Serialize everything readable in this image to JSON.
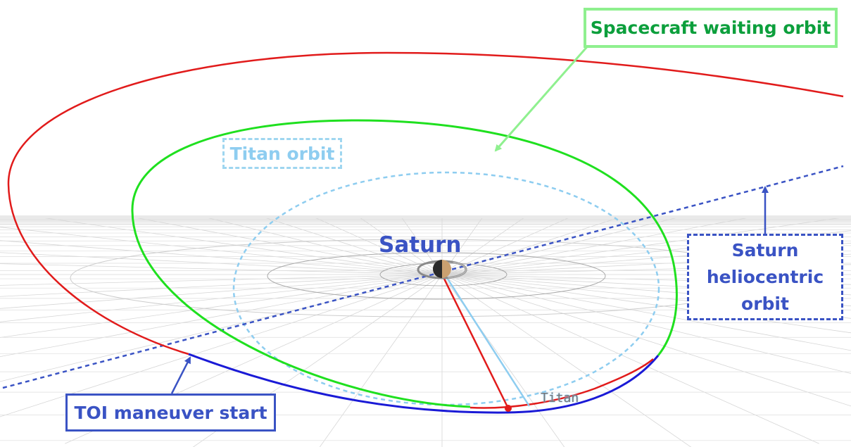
{
  "labels": {
    "waiting_orbit": "Spacecraft waiting orbit",
    "titan_orbit": "Titan orbit",
    "saturn": "Saturn",
    "heliocentric": "Saturn\nheliocentric\norbit",
    "toi": "TOI maneuver start",
    "titan": "Titan"
  },
  "colors": {
    "waiting_orbit_box": "#8ff08f",
    "waiting_orbit_text": "#0c9f3c",
    "spacecraft_orbit": "#e11b1b",
    "titan_orbit": "#8ecdf0",
    "heliocentric": "#3a53c4",
    "capture_arc": "#1a1ad6",
    "grid": "#cfcfcf"
  }
}
